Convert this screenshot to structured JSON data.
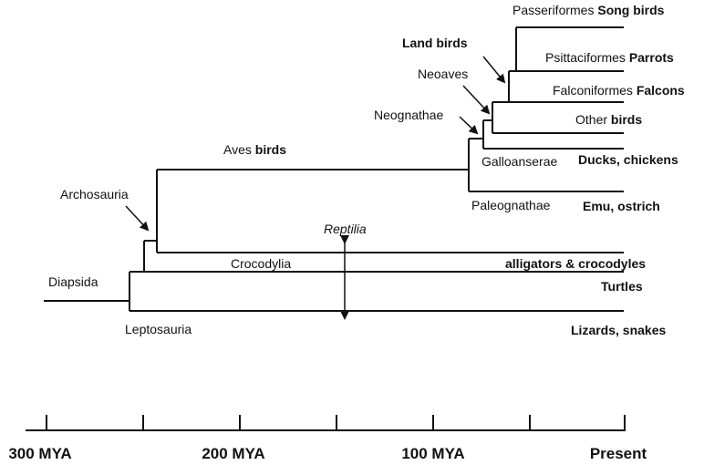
{
  "labels": {
    "passeriformes": "Passeriformes",
    "song_birds": "Song birds",
    "land_birds": "Land birds",
    "psittaciformes": "Psittaciformes",
    "parrots": "Parrots",
    "neoaves": "Neoaves",
    "falconiformes": "Falconiformes",
    "falcons": "Falcons",
    "neognathae": "Neognathae",
    "other": "Other",
    "birds_bold": "birds",
    "galloanserae": "Galloanserae",
    "ducks_chickens": "Ducks, chickens",
    "aves": "Aves",
    "aves_birds": "birds",
    "paleognathae": "Paleognathae",
    "emu_ostrich": "Emu, ostrich",
    "archosauria": "Archosauria",
    "reptilia": "Reptilia",
    "crocodylia": "Crocodylia",
    "alligators": "alligators & crocodyles",
    "diapsida": "Diapsida",
    "turtles": "Turtles",
    "leptosauria": "Leptosauria",
    "lizards": "Lizards, snakes"
  },
  "timeline": {
    "ticks": [
      "300 MYA",
      "200 MYA",
      "100 MYA",
      "Present"
    ]
  }
}
